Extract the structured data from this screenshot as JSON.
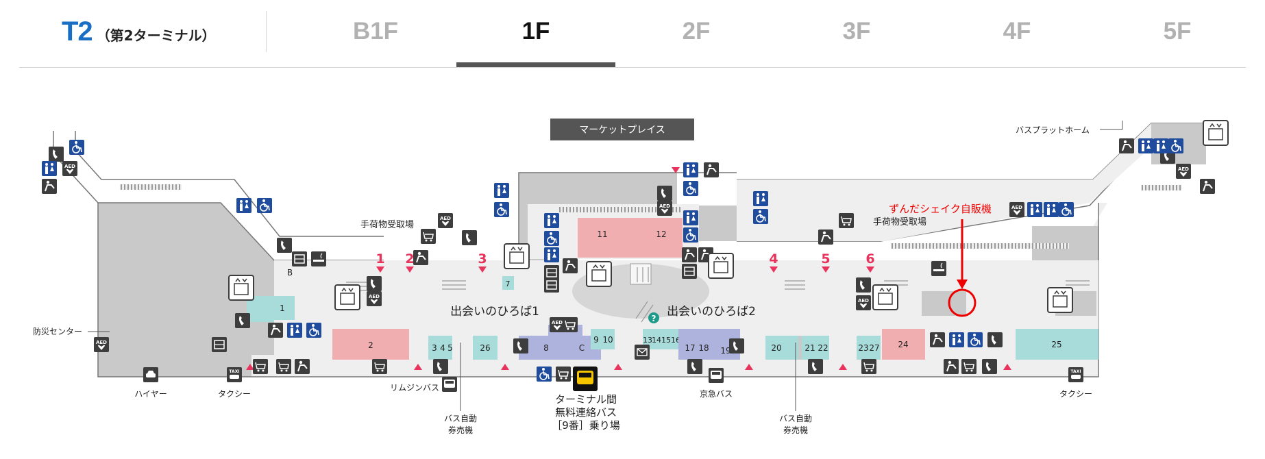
{
  "header": {
    "terminal_code": "T2",
    "terminal_name": "（第2ターミナル）",
    "floors": [
      "B1F",
      "1F",
      "2F",
      "3F",
      "4F",
      "5F"
    ],
    "active_floor": "1F"
  },
  "map": {
    "market_place": "マーケットプレイス",
    "bus_platform_home": "バスプラットホーム",
    "highlight_label": "ずんだシェイク自販機",
    "baggage_claim_left": "手荷物受取場",
    "baggage_claim_right": "手荷物受取場",
    "plaza1": "出会いのひろば1",
    "plaza2": "出会いのひろば2",
    "disaster_center": "防災センター",
    "hire": "ハイヤー",
    "taxi_left": "タクシー",
    "taxi_right": "タクシー",
    "limousine_bus": "リムジンバス",
    "keikyu_bus": "京急バス",
    "bus_ticket_left": [
      "バス自動",
      "券売機"
    ],
    "bus_ticket_right": [
      "バス自動",
      "券売機"
    ],
    "shuttle_bus": [
      "ターミナル間",
      "無料連絡バス",
      "［9番］乗り場"
    ],
    "exits": [
      "1",
      "2",
      "3",
      "4",
      "5",
      "6"
    ],
    "store_b": "B",
    "store_c": "C",
    "stores": [
      "1",
      "2",
      "3",
      "4",
      "5",
      "7",
      "8",
      "9",
      "10",
      "11",
      "12",
      "13",
      "14",
      "15",
      "16",
      "17",
      "18",
      "19",
      "20",
      "21",
      "22",
      "23",
      "24",
      "25",
      "26",
      "27"
    ],
    "aed_label": "AED",
    "taxi_sign": "TAXI",
    "info_glyph": "?",
    "icons": [
      "phone-icon",
      "wheelchair-icon",
      "restroom-icon",
      "aed-icon",
      "elevator-icon",
      "escalator-icon",
      "smoking-icon",
      "cart-icon",
      "locker-icon",
      "nursing-room-icon",
      "bus-icon",
      "car-icon",
      "taxi-icon",
      "info-icon"
    ],
    "colors": {
      "restroom_blue": "#1f4c9c",
      "icon_dark": "#3d3d3d",
      "exit_red": "#e8335d",
      "highlight_red": "#ee0000",
      "store_pink": "#f1aeb1",
      "store_teal": "#a8dcda",
      "store_purple": "#aeb3dd",
      "floor_light": "#efefef",
      "floor_grey": "#c9c9c9",
      "info_green": "#1e9a8a",
      "bus_yellow": "#f6c500"
    }
  }
}
